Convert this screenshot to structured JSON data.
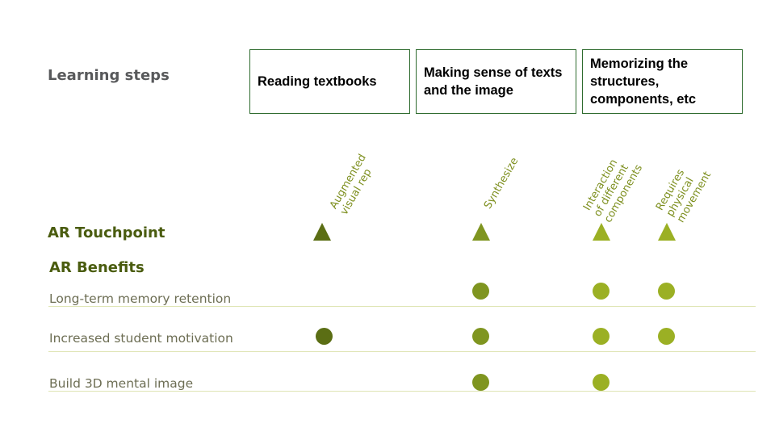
{
  "learning_steps": {
    "label": "Learning steps",
    "steps": [
      "Reading textbooks",
      "Making sense of texts and the image",
      "Memorizing the structures, components, etc"
    ]
  },
  "touchpoints": {
    "title": "AR Touchpoint",
    "items": [
      {
        "lines": [
          "Augmented",
          "visual rep"
        ]
      },
      {
        "lines": [
          "Synthesize"
        ]
      },
      {
        "lines": [
          "Interaction",
          "of different",
          "components"
        ]
      },
      {
        "lines": [
          "Requires",
          "physical",
          "movement"
        ]
      }
    ]
  },
  "benefits": {
    "title": "AR Benefits",
    "rows": [
      {
        "label": "Long-term memory retention",
        "dots": [
          false,
          true,
          true,
          true
        ]
      },
      {
        "label": "Increased student motivation",
        "dots": [
          true,
          true,
          true,
          true
        ]
      },
      {
        "label": "Build 3D mental image",
        "dots": [
          false,
          true,
          true,
          false
        ]
      }
    ]
  },
  "colors": {
    "col1": "#5b6e14",
    "col2": "#7f9520",
    "col3": "#9bb024",
    "col4": "#9bb024"
  }
}
